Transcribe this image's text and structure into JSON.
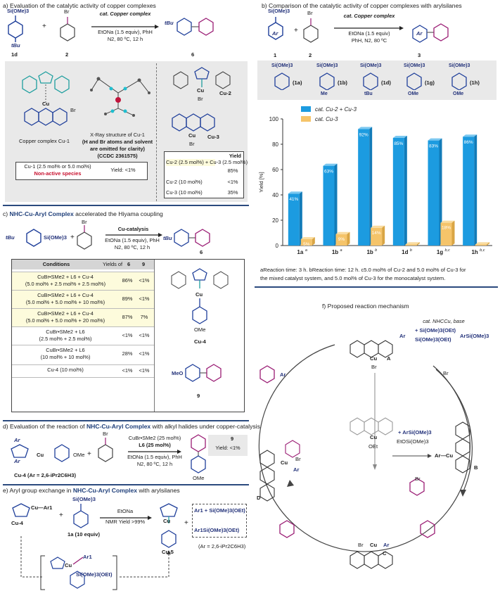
{
  "panel_a": {
    "title_prefix": "a) Evaluation of the catalytic activity of  copper complexes",
    "reagent1": "Si(OMe)3",
    "reagent1_sub": "tBu",
    "plus": "+",
    "reagent2": "Br",
    "catalyst": "cat. Copper complex",
    "cond1": "EtONa (1.5 equiv), PhH",
    "cond2": "N2, 80 ºC, 12 h",
    "product_prefix": "tBu",
    "label_1d": "1d",
    "label_2": "2",
    "label_6": "6",
    "cu1_label": "Copper complex Cu-1",
    "xray_line1": "X-Ray structure of  Cu-1",
    "xray_line2": "(H and Br atoms and solvent",
    "xray_line3": "are omitted for clarity)",
    "ccdc": "(CCDC 2361575)",
    "cu1_yield_line": "Cu-1 (2.5 mol% or 5.0 mol%)",
    "cu1_yield_value": "Yield: <1%",
    "non_active": "Non-active species",
    "cu2_label": "Cu-2",
    "cu3_label": "Cu-3",
    "cu_br": "Br",
    "yield_header": "Yield",
    "rows": [
      {
        "cond": "Cu-2 (2.5 mol%) + Cu-3 (2.5 mol%)",
        "yield": "85%"
      },
      {
        "cond": "Cu-2 (10 mol%)",
        "yield": "<1%"
      },
      {
        "cond": "Cu-3 (10 mol%)",
        "yield": "35%"
      }
    ]
  },
  "panel_b": {
    "title": "b) Comparison of the catalytic activity of  copper complexes with arylsilanes",
    "reagent1": "Si(OMe)3",
    "ar": "Ar",
    "catalyst": "cat. Copper complex",
    "cond1": "EtONa (1.5 equiv)",
    "cond2": "PhH, N2, 80 ºC",
    "label_1": "1",
    "label_2": "2",
    "label_3": "3",
    "substrates": [
      {
        "top": "Si(OMe)3",
        "label": "(1a)",
        "sub": ""
      },
      {
        "top": "Si(OMe)3",
        "label": "(1b)",
        "sub": "Me"
      },
      {
        "top": "Si(OMe)3",
        "label": "(1d)",
        "sub": "tBu"
      },
      {
        "top": "Si(OMe)3",
        "label": "(1g)",
        "sub": "OMe"
      },
      {
        "top": "Si(OMe)3",
        "label": "(1h)",
        "sub": "OMe"
      }
    ]
  },
  "chart_data": {
    "type": "bar",
    "categories": [
      "1a",
      "1b",
      "1b",
      "1d",
      "1g",
      "1h"
    ],
    "category_sups": [
      "a",
      "a",
      "b",
      "b",
      "b,c",
      "b,c"
    ],
    "series": [
      {
        "name": "cat. Cu-2 + Cu-3",
        "values": [
          41,
          63,
          92,
          85,
          83,
          86
        ],
        "labels": [
          "41%",
          "63%",
          "92%",
          "85%",
          "83%",
          "86%"
        ],
        "color": "#1c9be0"
      },
      {
        "name": "cat. Cu-3",
        "values": [
          5,
          9,
          14,
          1,
          18,
          1
        ],
        "labels": [
          "5%",
          "9%",
          "14%",
          "",
          "18%",
          ""
        ],
        "color": "#f5c46a"
      }
    ],
    "ylabel": "Yield [%]",
    "ylim": [
      0,
      100
    ],
    "yticks": [
      0,
      20,
      40,
      60,
      80,
      100
    ]
  },
  "footnote": {
    "line1": "aReaction time: 3 h. bReaction time: 12 h. c5.0 mol% of Cu-2 and 5.0 mol% of Cu-3 for",
    "line2": "the mixed catalyst system, and 5.0 mol% of Cu-3 for the monocatalyst system."
  },
  "panel_c": {
    "title_prefix": "c) ",
    "title_bold": "NHC-Cu-Aryl Complex",
    "title_rest": " accelerated the Hiyama coupling",
    "catalyst": "Cu-catalysis",
    "cond1": "EtONa (1.5 equiv), PhH",
    "cond2": "N2, 80 ºC, 12 h",
    "reagent1_left": "tBu",
    "reagent1_right": "Si(OMe)3",
    "reagent2": "Br",
    "product_prefix": "tBu",
    "label_6": "6",
    "col_cond": "Conditions",
    "col_yields": "Yields of",
    "col_6": "6",
    "col_9": "9",
    "rows": [
      {
        "l1": "CuBr•SMe2 + L6 + Cu-4",
        "l2": "(5.0 mol% + 2.5 mol% + 2.5 mol%)",
        "y6": "86%",
        "y9": "<1%"
      },
      {
        "l1": "CuBr•SMe2 + L6 + Cu-4",
        "l2": "(5.0 mol% + 5.0 mol% + 10 mol%)",
        "y6": "89%",
        "y9": "<1%"
      },
      {
        "l1": "CuBr•SMe2 + L6 + Cu-4",
        "l2": "(5.0 mol% + 5.0 mol% + 20 mol%)",
        "y6": "87%",
        "y9": "7%"
      },
      {
        "l1": "CuBr•SMe2 + L6",
        "l2": "(2.5 mol% + 2.5 mol%)",
        "y6": "<1%",
        "y9": "<1%"
      },
      {
        "l1": "CuBr•SMe2 + L6",
        "l2": "(10 mol% + 10 mol%)",
        "y6": "28%",
        "y9": "<1%"
      },
      {
        "l1": "Cu-4 (10 mol%)",
        "l2": "",
        "y6": "<1%",
        "y9": "<1%"
      }
    ],
    "cu4_label": "Cu-4",
    "ome": "OMe",
    "meo": "MeO",
    "label_9": "9"
  },
  "panel_d": {
    "title_prefix": "d) Evaluation of the reaction of ",
    "title_bold": "NHC-Cu-Aryl Complex",
    "title_rest": " with alkyl halides under copper-catalysis",
    "cat1": "CuBr•SMe2 (25 mol%)",
    "cat2": "L6 (25 mol%)",
    "cond1": "EtONa (1.5 equiv), PhH",
    "cond2": "N2, 80 ºC, 12 h",
    "ar": "Ar",
    "cu": "Cu",
    "ome": "OMe",
    "br": "Br",
    "plus": "+",
    "cu4_caption": "Cu-4 (Ar = 2,6-iPr2C6H3)",
    "label_9": "9",
    "yield": "Yield: <1%"
  },
  "panel_e": {
    "title_prefix": "e) Aryl group exchange in ",
    "title_bold": "NHC-Cu-Aryl Complex",
    "title_rest": " with arylsilanes",
    "cu_ar1": "Cu—Ar1",
    "cu4": "Cu-4",
    "si": "Si(OMe)3",
    "sub_1a": "1a (10 equiv)",
    "cond1": "EtONa",
    "cond2": "NMR Yield >99%",
    "cu5": "Cu-5",
    "plus": "+",
    "anion_top": "Ar1 + Si(OMe)3(OEt)",
    "anion_bottom": "Ar1Si(OMe)3(OEt)",
    "ar_note": "(Ar = 2,6-iPr2C6H3)",
    "ts_si": "Si(OMe)3(OEt)",
    "ts_ar1": "Ar1",
    "ts_cu": "Cu"
  },
  "panel_f": {
    "title": "f) Proposed reaction mechanism",
    "cat_line1": "cat. NHCCu, base",
    "cat_line2": "+ Si(OMe)3(OEt)",
    "cat_line3": "Si(OMe)3(OEt)",
    "ar_left": "Ar",
    "arsi": "ArSi(OMe)3",
    "br_minus": "Br",
    "arsi_mid": "+ ArSi(OMe)3",
    "etosi": "EtOSi(OMe)3",
    "mid_cu": "Cu",
    "mid_oet": "OEt",
    "label_A": "A",
    "label_B": "B",
    "label_C": "C",
    "label_D": "D",
    "cu_br_A": "Cu",
    "br_A": "Br",
    "ar_cu_B": "Ar—Cu",
    "ar": "Ar",
    "br_C": "Br",
    "cu_C": "Cu",
    "ar_C": "Ar",
    "br_D": "Br",
    "cu_D": "Cu",
    "ar_D": "Ar",
    "br_sub": "Br"
  }
}
